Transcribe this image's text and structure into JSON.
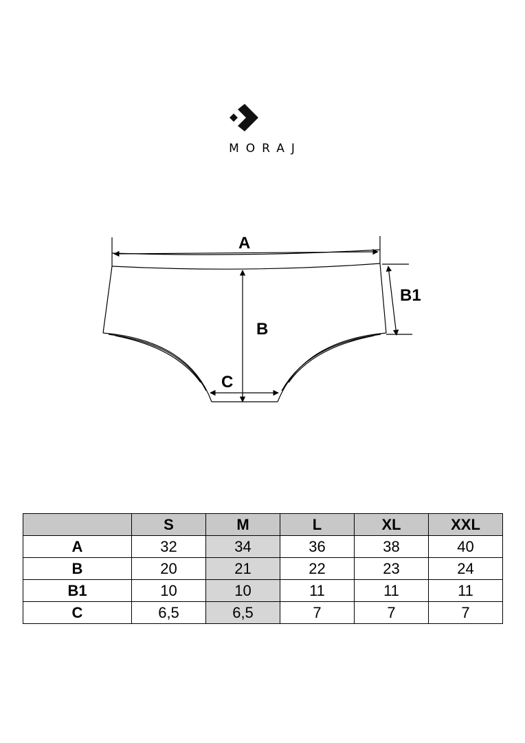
{
  "brand": {
    "name": "MORAJ"
  },
  "diagram": {
    "labels": {
      "a": "A",
      "b": "B",
      "b1": "B1",
      "c": "C"
    }
  },
  "size_table": {
    "columns": [
      "",
      "S",
      "M",
      "L",
      "XL",
      "XXL"
    ],
    "highlighted_column": "M",
    "rows": [
      {
        "label": "A",
        "values": [
          "32",
          "34",
          "36",
          "38",
          "40"
        ]
      },
      {
        "label": "B",
        "values": [
          "20",
          "21",
          "22",
          "23",
          "24"
        ]
      },
      {
        "label": "B1",
        "values": [
          "10",
          "10",
          "11",
          "11",
          "11"
        ]
      },
      {
        "label": "C",
        "values": [
          "6,5",
          "6,5",
          "7",
          "7",
          "7"
        ]
      }
    ]
  }
}
